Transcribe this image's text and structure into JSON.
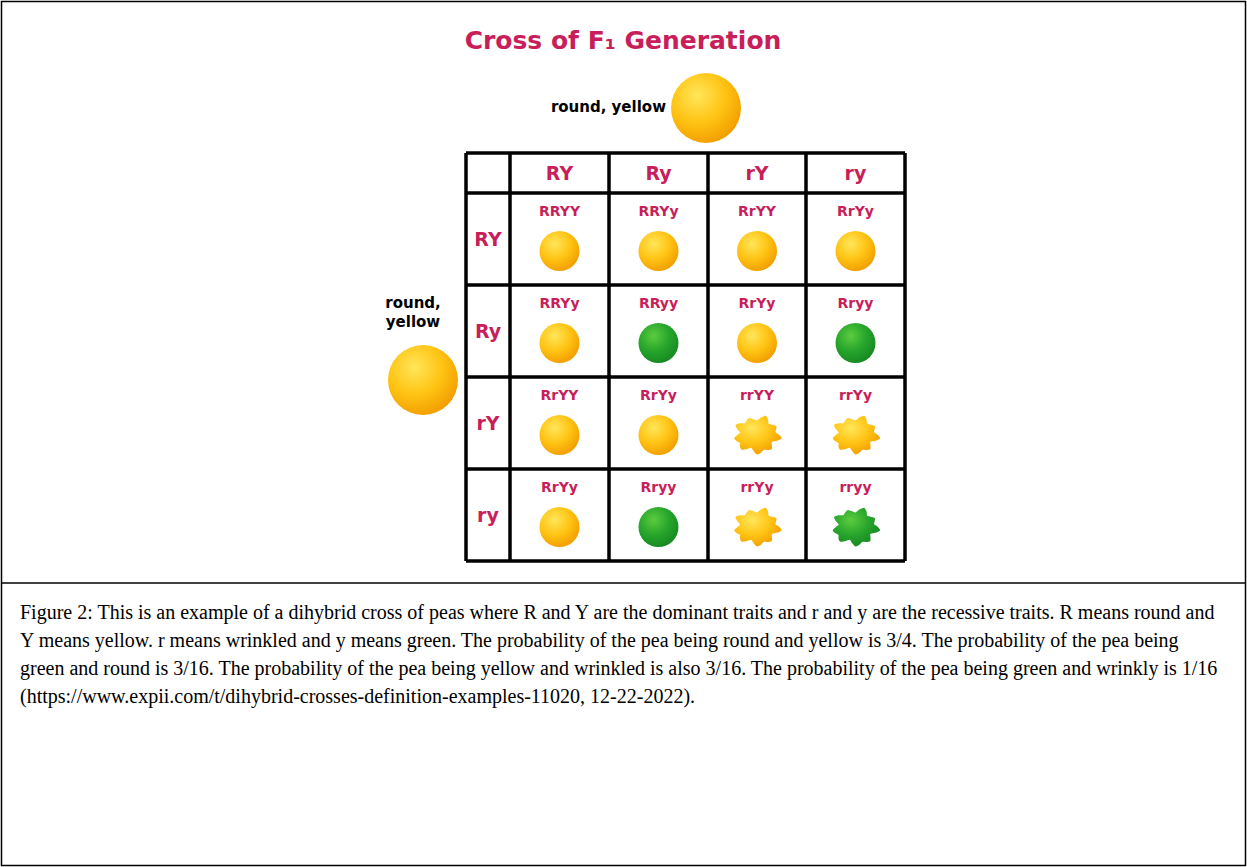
{
  "diagram": {
    "title": "Cross of F₁ Generation",
    "caption": "Figure 2: This is an example of a dihybrid cross of peas where R and Y are the dominant traits and r and y are the recessive traits. R means round and Y means yellow. r means wrinkled and y means green. The probability of the pea being round and yellow is 3/4. The probability of the pea being green and round is 3/16. The probability of the pea being yellow and wrinkled is also 3/16. The probability of the pea being green and wrinkly is 1/16 (https://www.expii.com/t/dihybrid-crosses-definition-examples-11020, 12-22-2022).",
    "labels": [
      "round, yellow",
      "RY",
      "Ry",
      "rY",
      "ry",
      "RY",
      "RRYY",
      "RRYy",
      "RrYY",
      "RrYy",
      "round, yellow",
      "Ry",
      "RRYy",
      "RRyy",
      "RrYy",
      "Rryy",
      "rY",
      "RrYY",
      "RrYy",
      "rrYY",
      "rrYy",
      "ry",
      "RrYy",
      "Rryy",
      "rrYy",
      "rryy"
    ]
  }
}
